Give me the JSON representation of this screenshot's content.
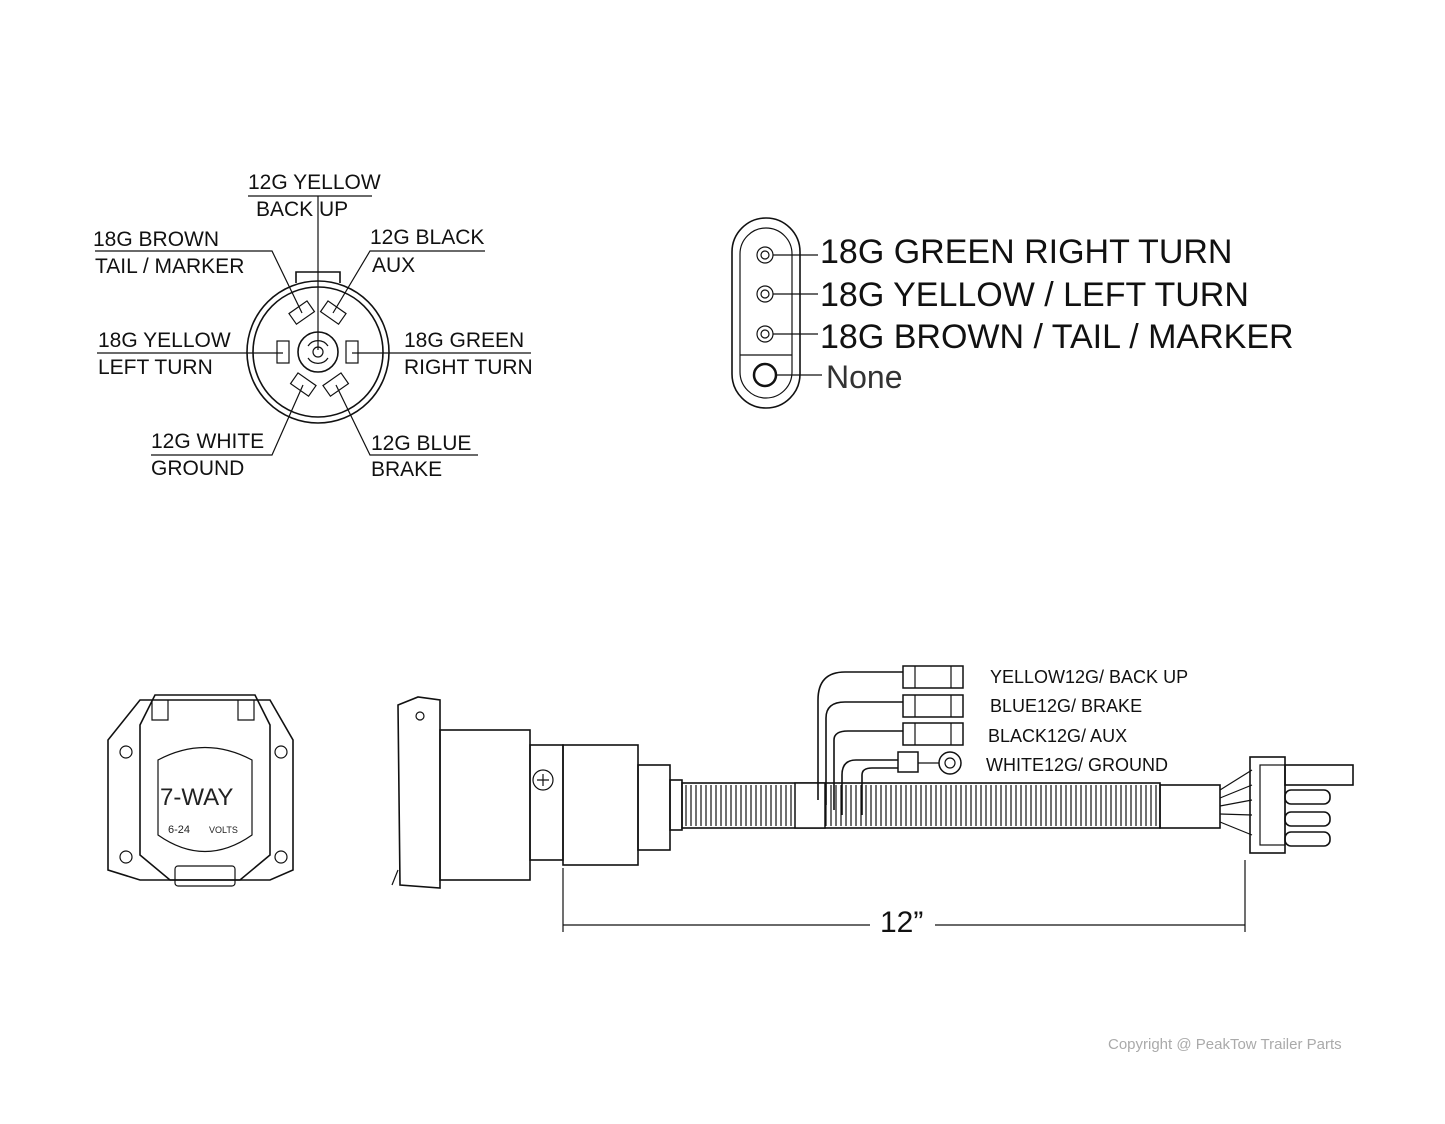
{
  "seven_way_pinout": {
    "top": {
      "gauge_color": "12G YELLOW",
      "function": "BACK UP"
    },
    "top_left": {
      "gauge_color": "18G BROWN",
      "function": "TAIL / MARKER"
    },
    "top_right": {
      "gauge_color": "12G BLACK",
      "function": "AUX"
    },
    "left": {
      "gauge_color": "18G YELLOW",
      "function": "LEFT TURN"
    },
    "right": {
      "gauge_color": "18G GREEN",
      "function": "RIGHT TURN"
    },
    "bottom_left": {
      "gauge_color": "12G WHITE",
      "function": "GROUND"
    },
    "bottom_right": {
      "gauge_color": "12G BLUE",
      "function": "BRAKE"
    }
  },
  "four_way_pinout": [
    "18G GREEN RIGHT TURN",
    "18G YELLOW / LEFT TURN",
    "18G BROWN / TAIL / MARKER",
    "None"
  ],
  "socket_face": {
    "label": "7-WAY",
    "voltage": "6-24",
    "voltage_unit": "VOLTS"
  },
  "harness_wires": [
    "YELLOW12G/ BACK UP",
    "BLUE12G/ BRAKE",
    "BLACK12G/ AUX",
    "WHITE12G/ GROUND"
  ],
  "dimension": "12”",
  "copyright": "Copyright @ PeakTow Trailer Parts"
}
